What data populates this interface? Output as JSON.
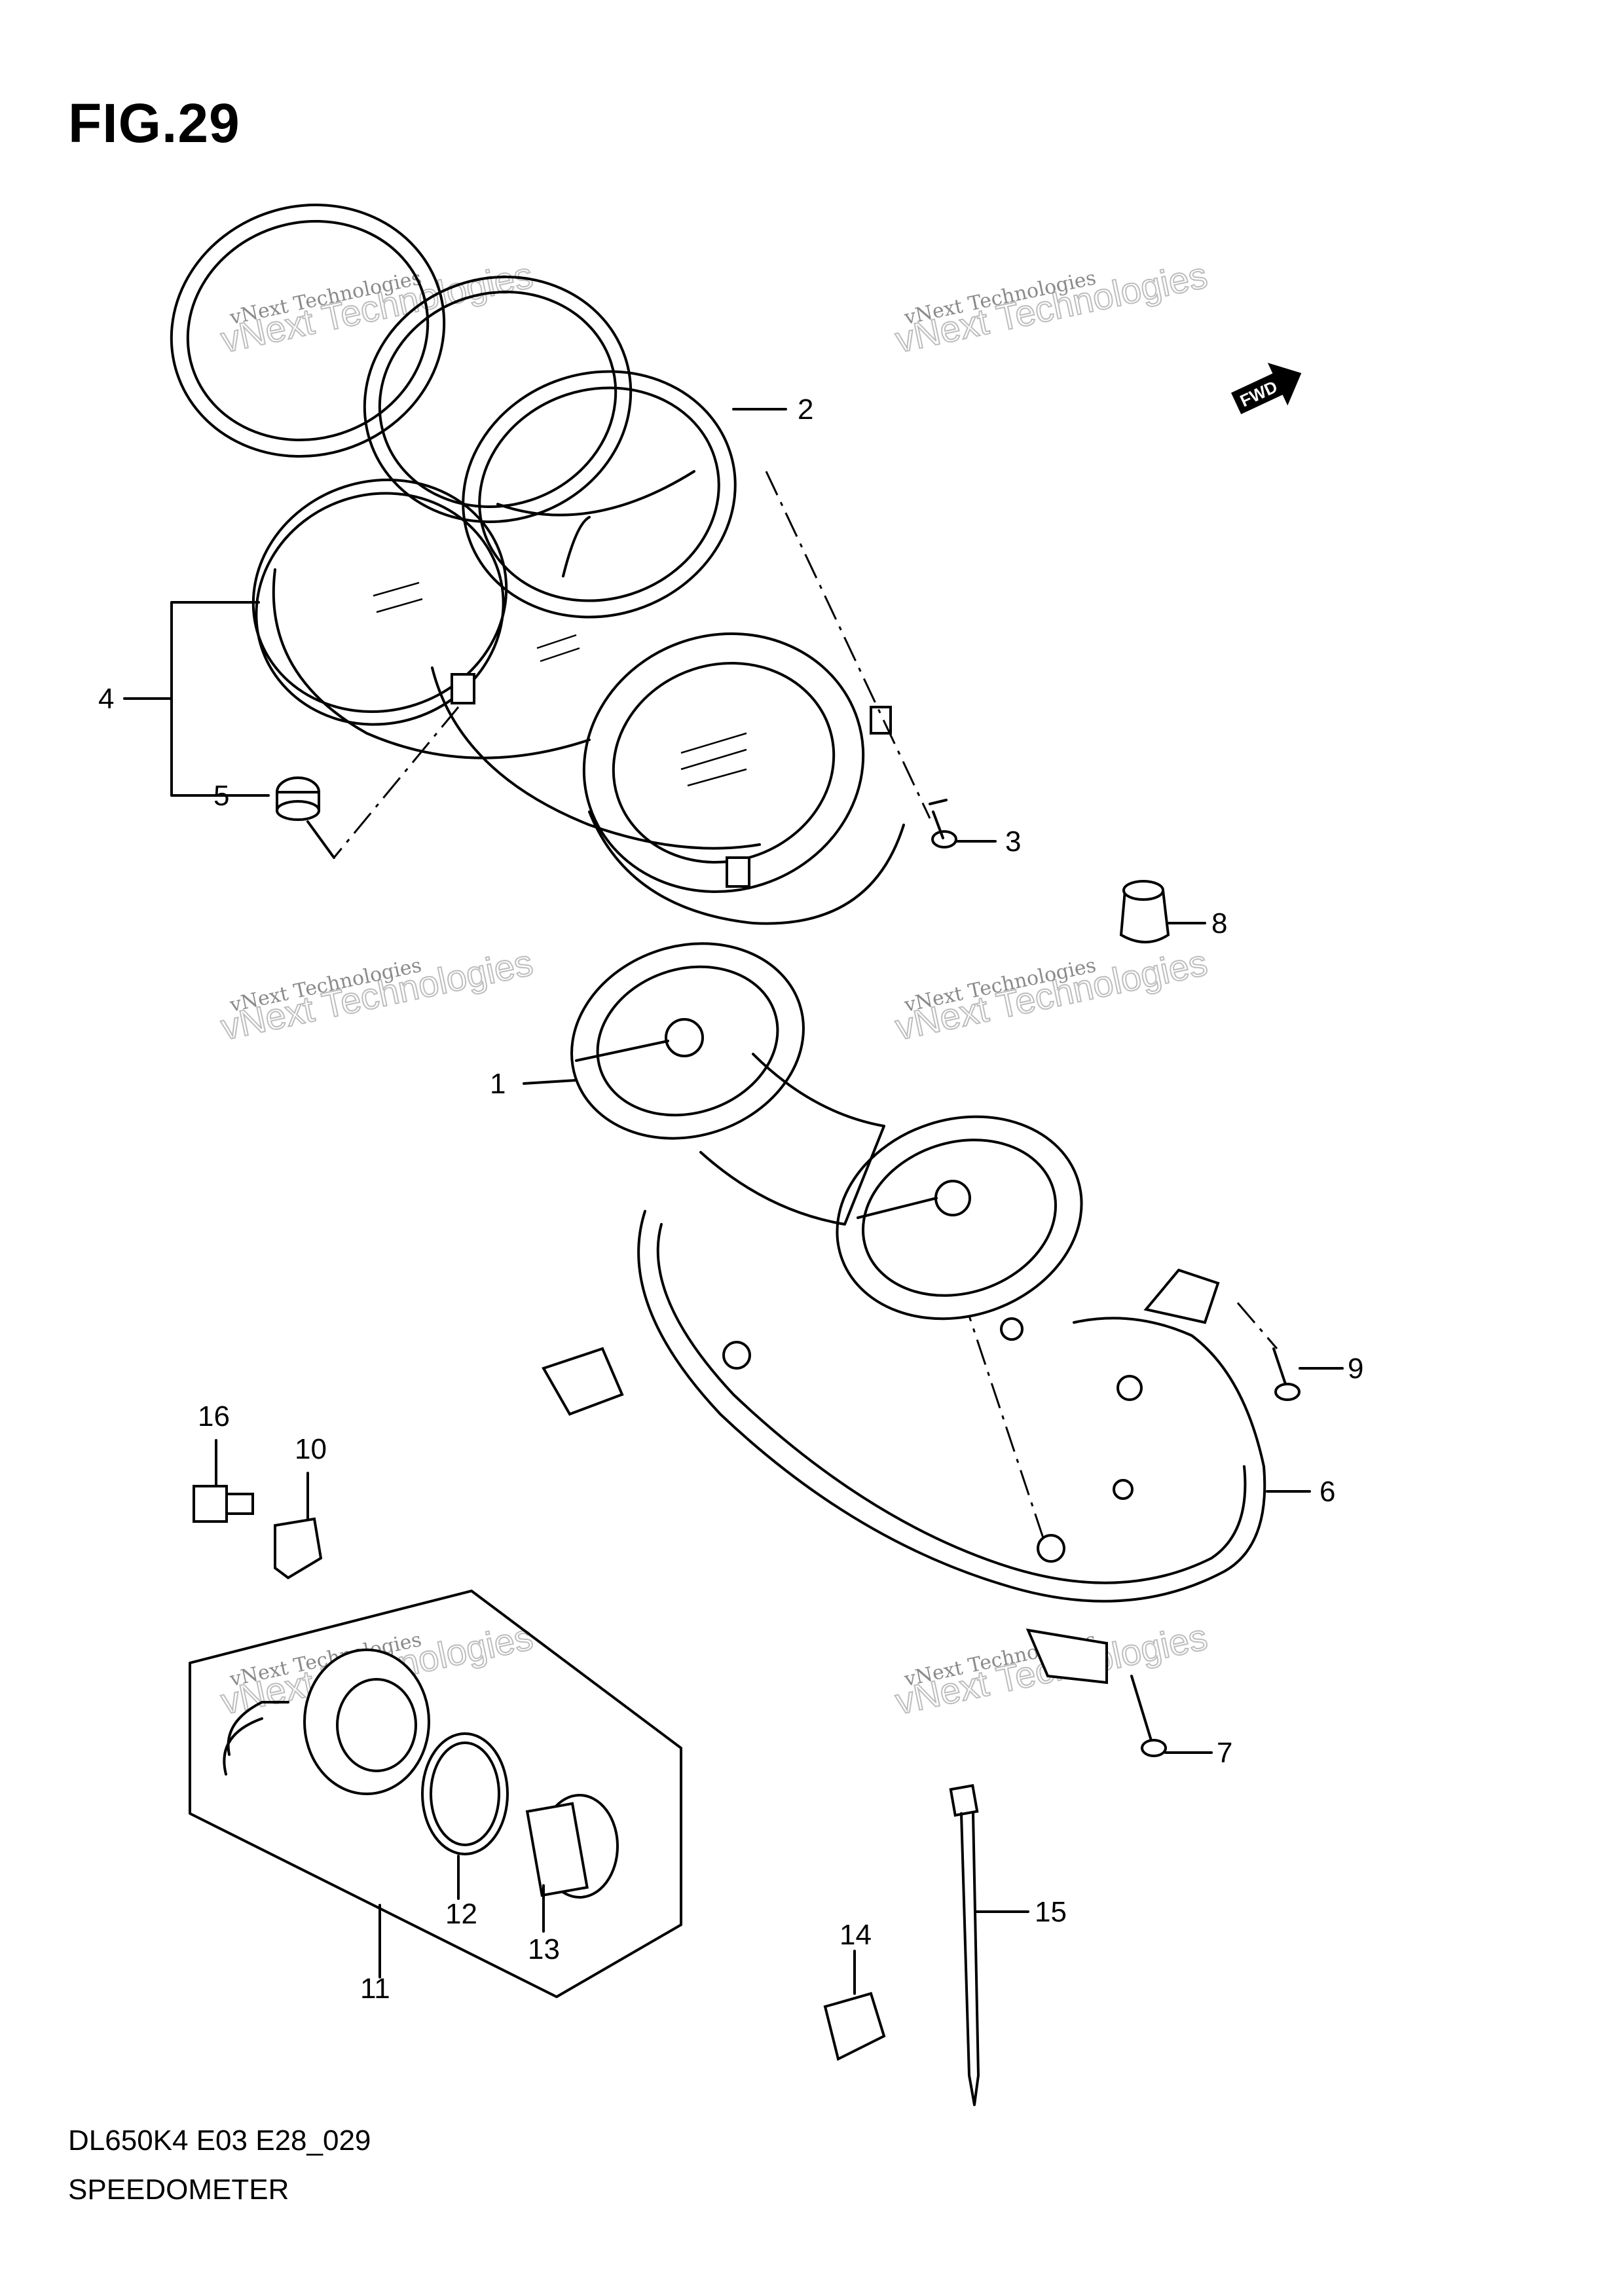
{
  "title": "FIG.29",
  "footer": {
    "model_code": "DL650K4 E03 E28_029",
    "section_name": "SPEEDOMETER"
  },
  "fwd_label": "FWD",
  "watermark": {
    "small_text": "vNext Technologies",
    "large_text": "vNext Technologies"
  },
  "callouts": [
    "1",
    "2",
    "3",
    "4",
    "5",
    "6",
    "7",
    "8",
    "9",
    "10",
    "11",
    "12",
    "13",
    "14",
    "15",
    "16"
  ]
}
